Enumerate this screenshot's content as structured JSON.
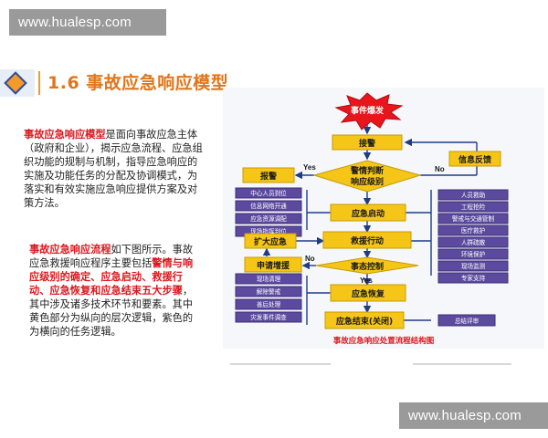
{
  "watermark": {
    "top": "www.hualesp.com",
    "bottom": "www.hualesp.com"
  },
  "title": "1.6 事故应急响应模型",
  "intro": {
    "highlight": "事故应急响应模型",
    "text": "是面向事故应急主体（政府和企业），揭示应急流程、应急组织功能的规制与机制，指导应急响应的实施及功能任务的分配及协调模式，为落实和有效实施应急响应提供方案及对策方法。"
  },
  "process": {
    "highlight": "事故应急响应流程",
    "text1": "如下图所示。事故应急救援响应程序主要包括",
    "key": "警情与响应级别的确定、应急启动、救援行动、应急恢复和应急结束五大步骤",
    "text2": "，其中涉及诸多技术环节和要素。其中黄色部分为纵向的层次逻辑，紫色的为横向的任务逻辑。"
  },
  "diagram": {
    "event": "事件爆发",
    "receive": "接警",
    "info_feedback": "信息反馈",
    "alarm": "报警",
    "judge": [
      "警情判断",
      "响应级别"
    ],
    "yes1": "Yes",
    "no1": "No",
    "left_tasks_top": [
      "中心人员到位",
      "信息网络开通",
      "应急资源调配",
      "现场指挥到位"
    ],
    "start": "应急启动",
    "expand": "扩大应急",
    "rescue": "救援行动",
    "apply": "申请增援",
    "no2": "No",
    "control": "事态控制",
    "yes2": "Yes",
    "right_tasks": [
      "人员救助",
      "工程抢险",
      "警戒与交通管制",
      "医疗救护",
      "人群疏散",
      "环境保护",
      "现场监测",
      "专家支持"
    ],
    "left_tasks_bottom": [
      "现场清理",
      "解除警戒",
      "善后处理",
      "灾发事件调查"
    ],
    "recover": "应急恢复",
    "end": "应急结束(关闭)",
    "summary": "总结评审",
    "caption": "事故应急响应处置流程结构图"
  },
  "colors": {
    "title": "#e0761b",
    "highlight": "#d9191e",
    "flow_box": "#f5c518",
    "task_box": "#5b4a9e",
    "burst": "#e8161c"
  }
}
